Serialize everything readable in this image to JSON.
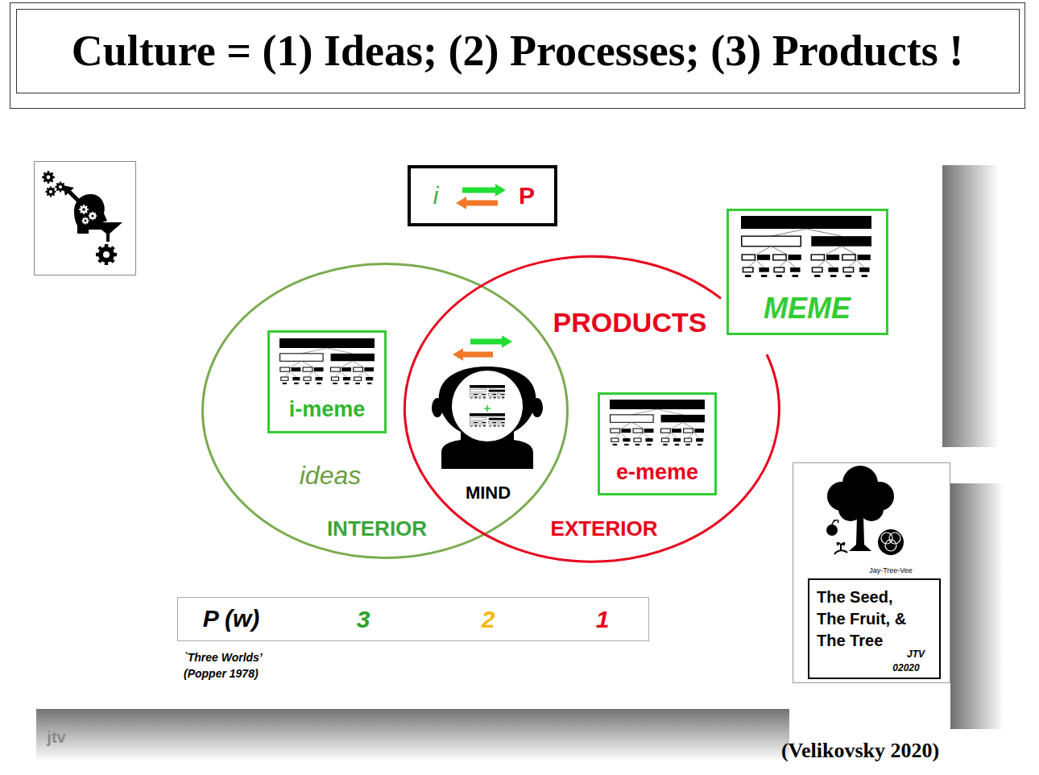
{
  "diagram": {
    "title": "Culture = (1) Ideas; (2) Processes; (3) Products !",
    "caption": "(Velikovsky 2020)",
    "nodes": [
      {
        "text": [
          "i",
          "P"
        ]
      },
      {
        "text": [
          "MEME"
        ]
      },
      {
        "text": [
          "ideas",
          "INTERIOR"
        ]
      },
      {
        "text": [
          "i-meme"
        ],
        "in": 2
      },
      {
        "text": [
          "PRODUCTS",
          "EXTERIOR"
        ]
      },
      {
        "text": [
          "e-meme"
        ],
        "in": 4
      },
      {
        "text": [
          "P (w)",
          "3",
          "2",
          "1"
        ]
      },
      {
        "text": [
          "Jay-Tree-Vee"
        ]
      },
      {
        "text": [
          "The Seed, The Fruit, & The Tree",
          "JTV",
          "02020"
        ],
        "in": 7
      }
    ],
    "labels": [
      "MIND",
      "`Three Worlds’ (Popper 1978)",
      "jtv"
    ]
  }
}
